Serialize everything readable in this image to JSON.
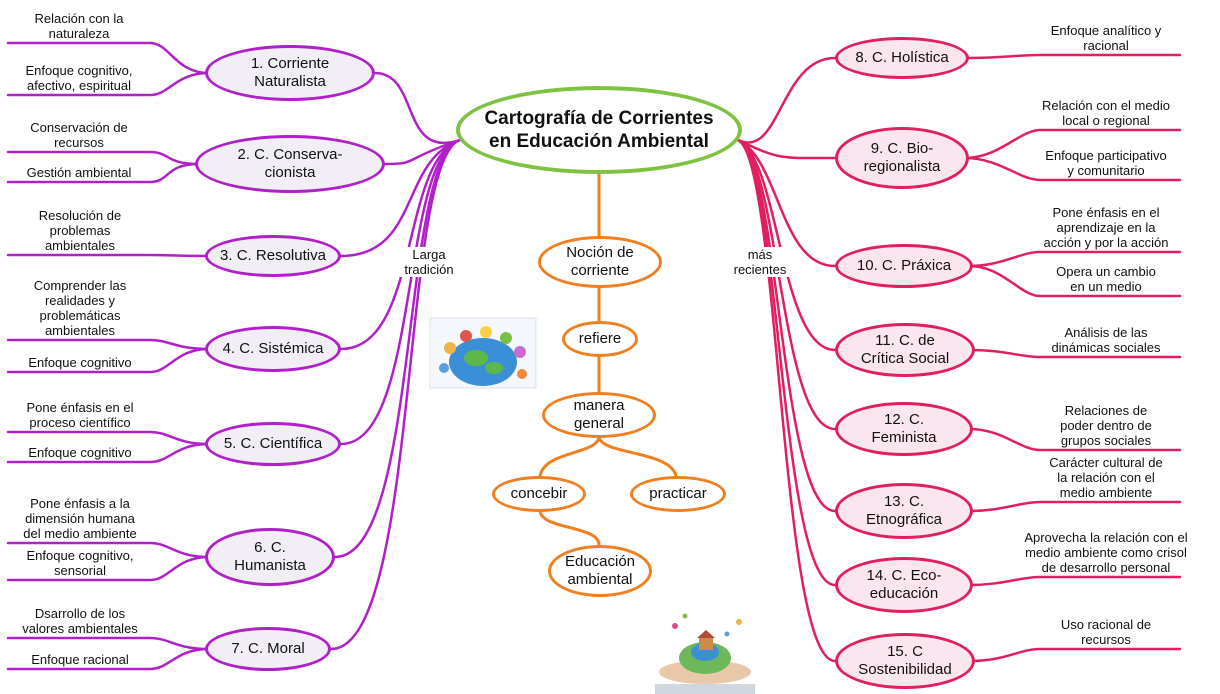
{
  "title": "Cartografía de Corrientes\nen Educación Ambiental",
  "center_chain": {
    "nocion": "Noción de\ncorriente",
    "refiere": "refiere",
    "manera": "manera\ngeneral",
    "concebir": "concebir",
    "practicar": "practicar",
    "educacion": "Educación\nambiental"
  },
  "group_labels": {
    "left": "Larga\ntradición",
    "right": "más\nrecientes"
  },
  "left_nodes": [
    {
      "name": "1. Corriente\nNaturalista",
      "leaves": [
        "Relación con la\nnaturaleza",
        "Enfoque cognitivo,\nafectivo, espiritual"
      ]
    },
    {
      "name": "2. C. Conserva-\ncionista",
      "leaves": [
        "Conservación de\nrecursos",
        "Gestión ambiental"
      ]
    },
    {
      "name": "3. C. Resolutiva",
      "leaves": [
        "Resolución de\nproblemas\nambientales"
      ]
    },
    {
      "name": "4. C. Sistémica",
      "leaves": [
        "Comprender las\nrealidades y\nproblemáticas\nambientales",
        "Enfoque cognitivo"
      ]
    },
    {
      "name": "5. C. Científica",
      "leaves": [
        "Pone énfasis en el\nproceso científico",
        "Enfoque cognitivo"
      ]
    },
    {
      "name": "6. C.\nHumanista",
      "leaves": [
        "Pone énfasis a la\ndimensión humana\ndel medio ambiente",
        "Enfoque cognitivo,\nsensorial"
      ]
    },
    {
      "name": "7. C. Moral",
      "leaves": [
        "Dsarrollo de los\nvalores ambientales",
        "Enfoque racional"
      ]
    }
  ],
  "right_nodes": [
    {
      "name": "8. C. Holística",
      "leaves": [
        "Enfoque analítico y\nracional"
      ]
    },
    {
      "name": "9. C. Bio-\nregionalista",
      "leaves": [
        "Relación con el medio\nlocal o regional",
        "Enfoque participativo\ny comunitario"
      ]
    },
    {
      "name": "10. C. Práxica",
      "leaves": [
        "Pone énfasis en el\naprendizaje en la\nacción y por la acción",
        "Opera un cambio\nen un medio"
      ]
    },
    {
      "name": "11. C. de\nCrítica Social",
      "leaves": [
        "Análisis de las\ndinámicas sociales"
      ]
    },
    {
      "name": "12. C.\nFeminista",
      "leaves": [
        "Relaciones de\npoder dentro de\ngrupos sociales"
      ]
    },
    {
      "name": "13. C.\nEtnográfica",
      "leaves": [
        "Carácter cultural de\nla relación con el\nmedio ambiente"
      ]
    },
    {
      "name": "14. C. Eco-\neducación",
      "leaves": [
        "Aprovecha la relación con el\nmedio ambiente como crisol\nde desarrollo personal"
      ]
    },
    {
      "name": "15. C\nSostenibilidad",
      "leaves": [
        "Uso racional de\nrecursos"
      ]
    }
  ],
  "colors": {
    "left_branch": "#b020c8",
    "right_branch": "#e0205e",
    "center_chain": "#f07f20",
    "title_border": "#7fc242"
  },
  "images": {
    "left_picture": "children-around-globe-illustration",
    "bottom_picture": "hands-holding-earth-with-butterflies"
  }
}
